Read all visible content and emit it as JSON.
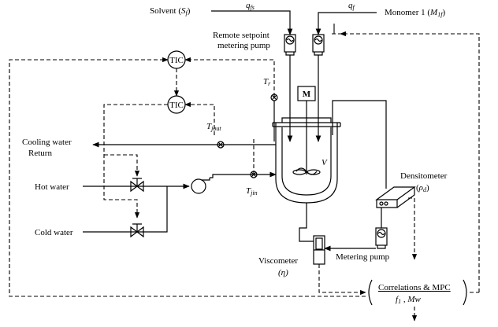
{
  "labels": {
    "solvent": "Solvent (",
    "solvent_sym": "S",
    "solvent_sub": "f",
    "solvent_close": ")",
    "qfs_q": "q",
    "qfs_sub": "fs",
    "qf_q": "q",
    "qf_sub": "f",
    "monomer": "Monomer 1 (",
    "monomer_sym": "M",
    "monomer_sub": "1f",
    "monomer_close": ")",
    "remote1": "Remote setpoint",
    "remote2": "metering pump",
    "tic1": "TIC",
    "tic2": "TIC",
    "tr_t": "T",
    "tr_sub": "r",
    "motor": "M",
    "tjout_t": "T",
    "tjout_sub": "jout",
    "cooling1": "Cooling water",
    "cooling2": "Return",
    "volume": "V",
    "densitometer": "Densitometer",
    "rho_open": "(",
    "rho": "ρ",
    "rho_sub": "d",
    "rho_close": ")",
    "hot": "Hot water",
    "tjin_t": "T",
    "tjin_sub": "jin",
    "cold": "Cold water",
    "viscometer": "Viscometer",
    "eta": "(η)",
    "metering": "Metering pump",
    "corr": "Correlations & MPC",
    "f1": "f",
    "f1_sub": "1",
    "mw_sep": " ,  ",
    "mw": "Mw"
  }
}
